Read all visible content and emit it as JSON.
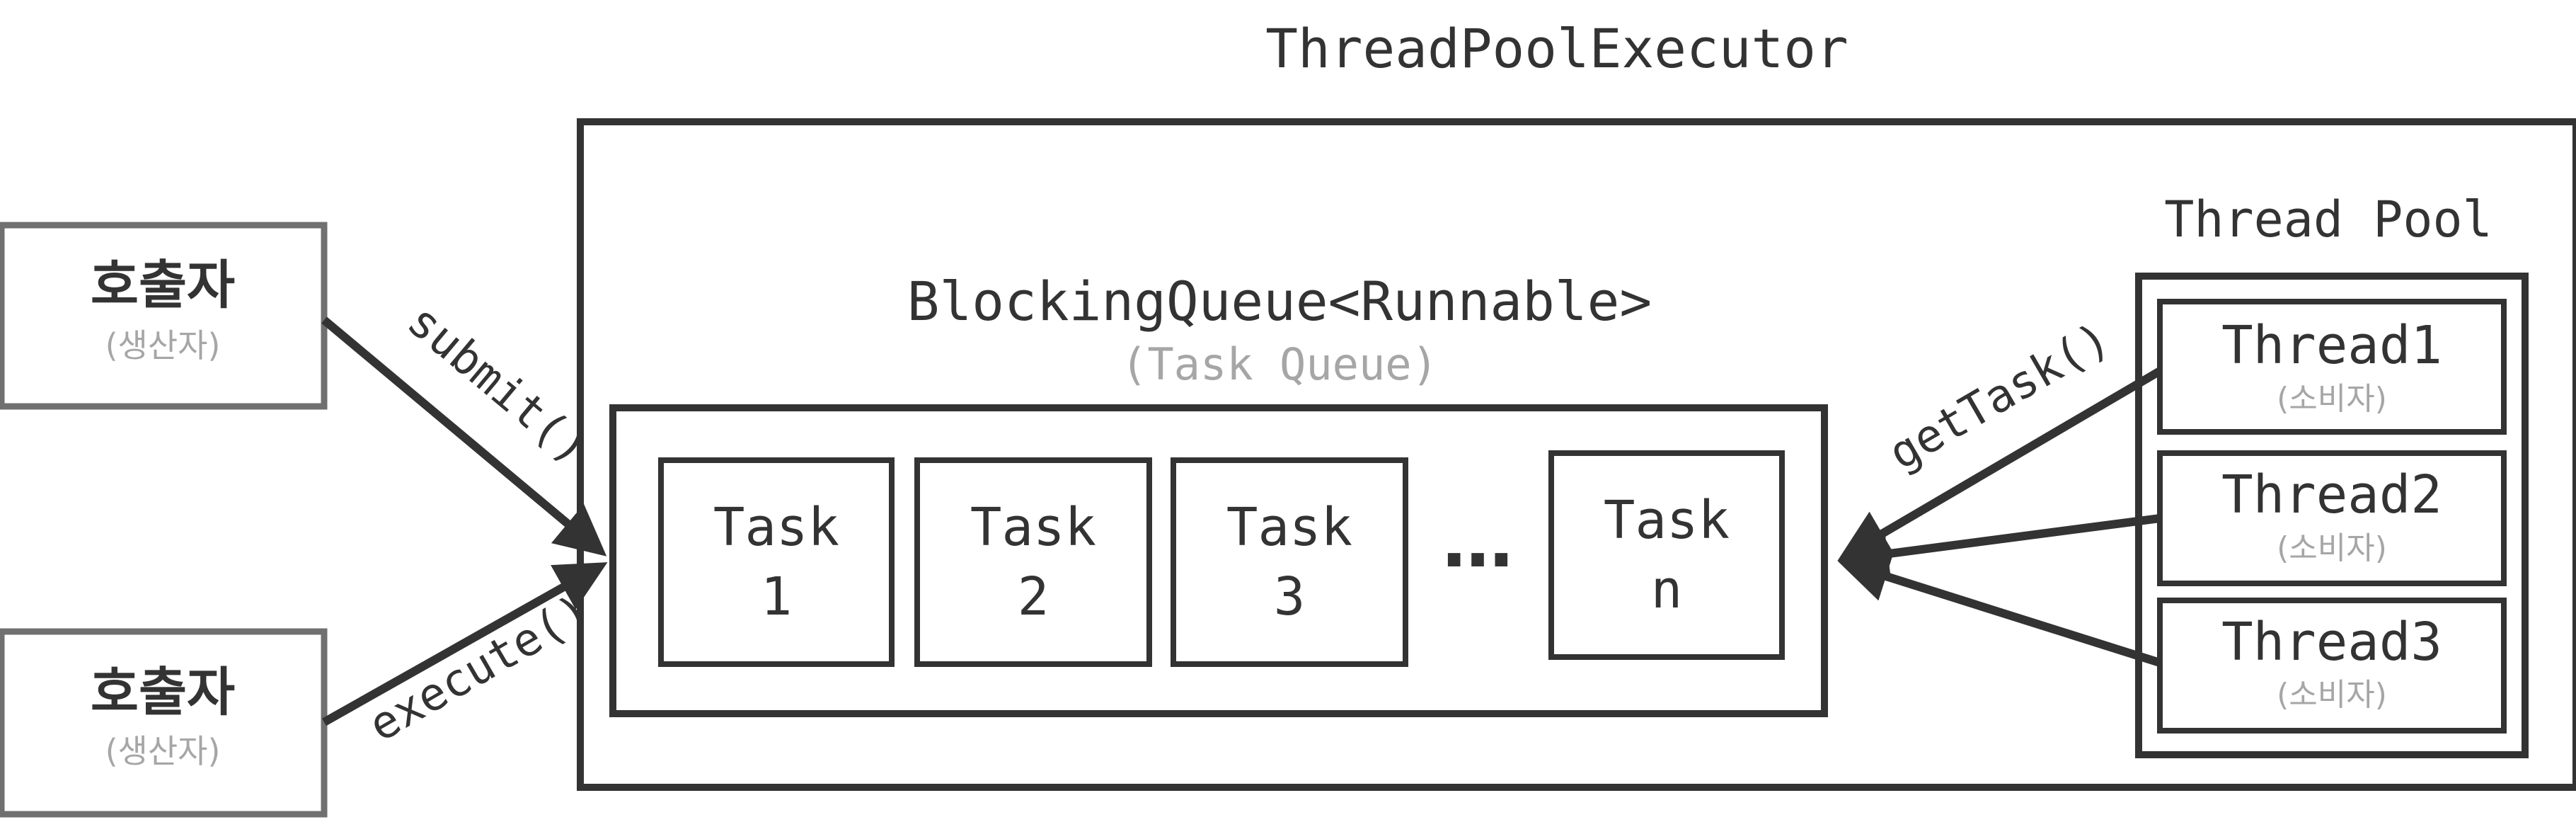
{
  "executor": {
    "title": "ThreadPoolExecutor"
  },
  "callers": [
    {
      "label": "호출자",
      "sub": "(생산자)"
    },
    {
      "label": "호출자",
      "sub": "(생산자)"
    }
  ],
  "methods": {
    "submit": "submit()",
    "execute": "execute()",
    "get_task": "getTask()"
  },
  "queue": {
    "title": "BlockingQueue<Runnable>",
    "subtitle": "(Task Queue)",
    "tasks": [
      {
        "line1": "Task",
        "line2": "1"
      },
      {
        "line1": "Task",
        "line2": "2"
      },
      {
        "line1": "Task",
        "line2": "3"
      },
      {
        "line1": "Task",
        "line2": "n"
      }
    ],
    "ellipsis": "…"
  },
  "pool": {
    "title": "Thread Pool",
    "threads": [
      {
        "label": "Thread1",
        "sub": "(소비자)"
      },
      {
        "label": "Thread2",
        "sub": "(소비자)"
      },
      {
        "label": "Thread3",
        "sub": "(소비자)"
      }
    ]
  },
  "colors": {
    "stroke": "#333333",
    "caller_stroke": "#707070",
    "muted_text": "#a6a6a6",
    "background": "#ffffff"
  }
}
